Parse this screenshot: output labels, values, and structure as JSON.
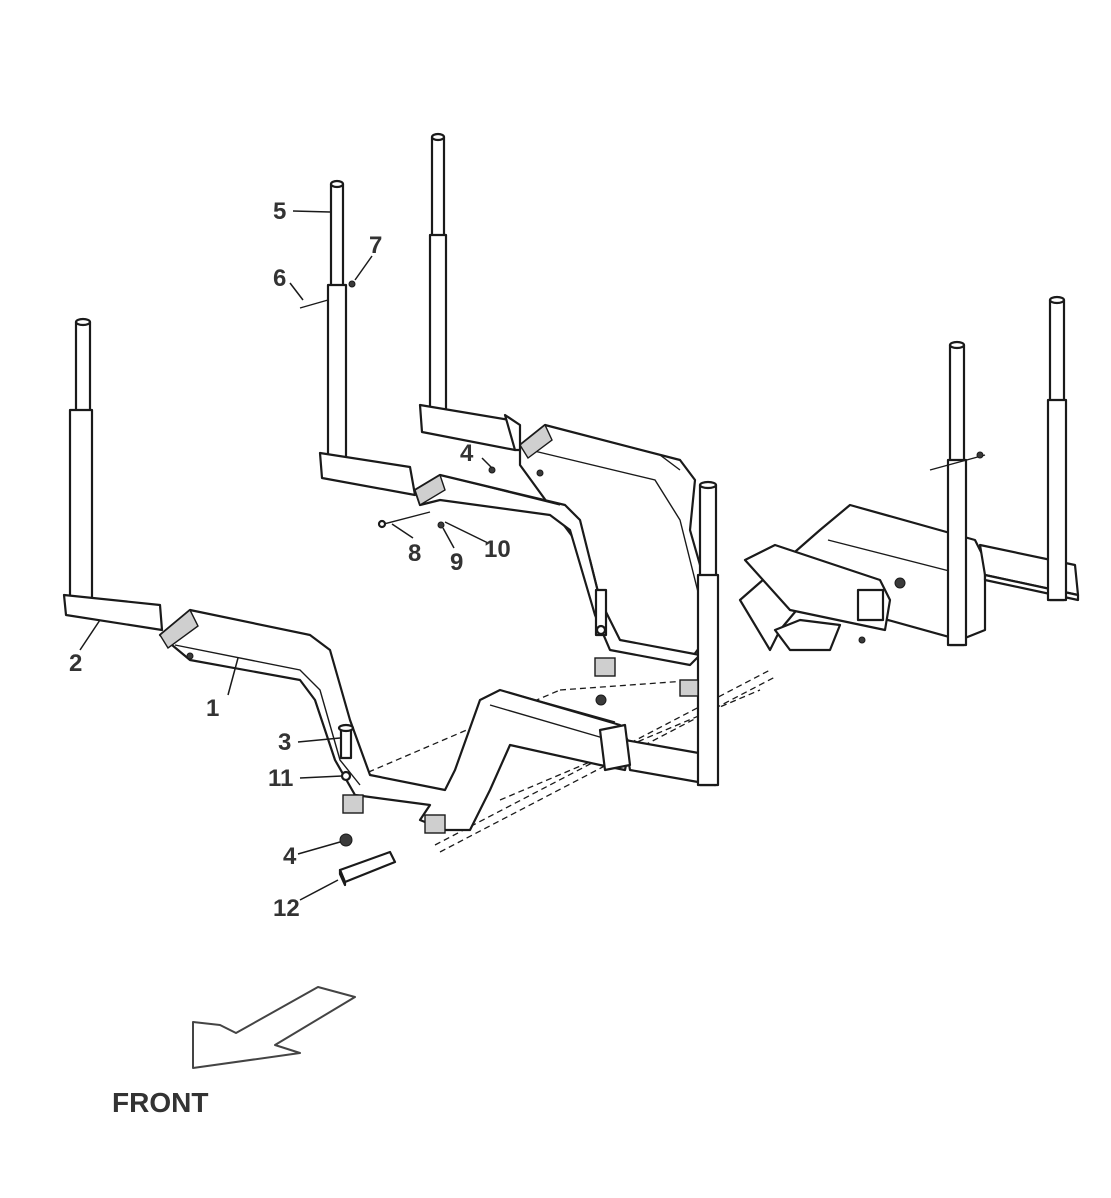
{
  "callouts": {
    "c1": "1",
    "c2": "2",
    "c3": "3",
    "c4a": "4",
    "c4b": "4",
    "c5": "5",
    "c6": "6",
    "c7": "7",
    "c8": "8",
    "c9": "9",
    "c10": "10",
    "c11": "11",
    "c12": "12"
  },
  "direction_label": "FRONT",
  "colors": {
    "ink": "#1a1a1a",
    "label": "#333333",
    "background": "#ffffff"
  }
}
